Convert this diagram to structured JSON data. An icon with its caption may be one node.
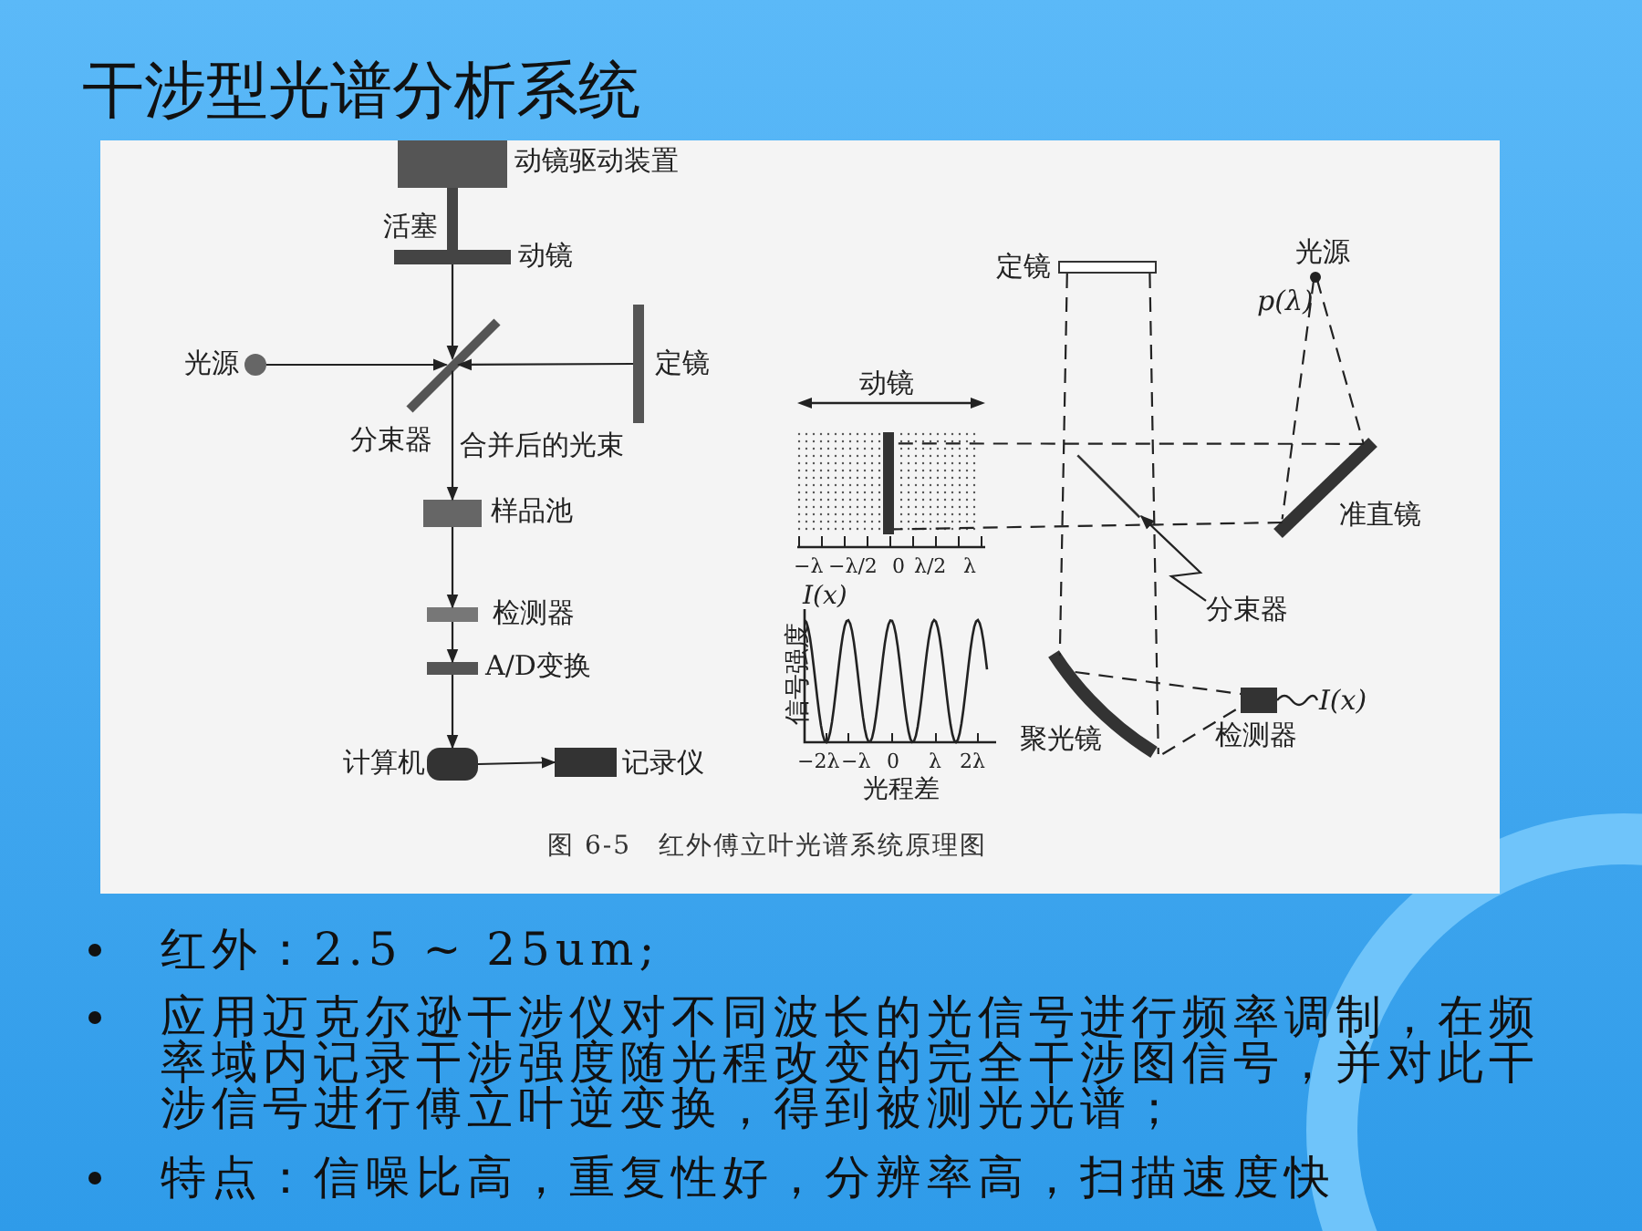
{
  "diagram": {
    "title": "干涉型光谱分析系统",
    "caption": "图 6-5　红外傅立叶光谱系统原理图",
    "nodes": [
      {
        "text": [
          "动镜驱动装置"
        ]
      },
      {
        "text": [
          "活塞"
        ]
      },
      {
        "text": [
          "动镜"
        ]
      },
      {
        "text": [
          "光源"
        ]
      },
      {
        "text": [
          "分束器"
        ]
      },
      {
        "text": [
          "定镜"
        ]
      },
      {
        "text": [
          "样品池"
        ]
      },
      {
        "text": [
          "检测器"
        ]
      },
      {
        "text": [
          "A/D变换"
        ]
      },
      {
        "text": [
          "计算机"
        ]
      },
      {
        "text": [
          "记录仪"
        ]
      },
      {
        "text": [
          "动镜"
        ]
      },
      {
        "text": [
          "定镜"
        ]
      },
      {
        "text": [
          "光源",
          "p(λ)"
        ]
      },
      {
        "text": [
          "准直镜"
        ]
      },
      {
        "text": [
          "分束器"
        ]
      },
      {
        "text": [],
        "shape": "bar"
      },
      {
        "text": [
          "聚光镜"
        ]
      },
      {
        "text": [
          "检测器"
        ],
        "beside": [
          "I(x)"
        ]
      }
    ],
    "edges": [
      {
        "from": 3,
        "to": 4,
        "arrow": "to"
      },
      {
        "from": 2,
        "to": 4,
        "arrow": "to"
      },
      {
        "from": 5,
        "to": 4,
        "arrow": "to"
      },
      {
        "from": 4,
        "to": 6,
        "arrow": "to",
        "label": "合并后的光束"
      },
      {
        "from": 6,
        "to": 7,
        "arrow": "to"
      },
      {
        "from": 7,
        "to": 8,
        "arrow": "to"
      },
      {
        "from": 8,
        "to": 9,
        "arrow": "to"
      },
      {
        "from": 9,
        "to": 10,
        "arrow": "to"
      },
      {
        "from": 13,
        "to": 14,
        "arrow": "none",
        "style": "dashed"
      },
      {
        "from": 13,
        "to": 14,
        "arrow": "none",
        "style": "dashed"
      },
      {
        "from": 14,
        "to": 11,
        "arrow": "none",
        "style": "dashed"
      },
      {
        "from": 14,
        "to": 11,
        "arrow": "none",
        "style": "dashed"
      },
      {
        "from": 12,
        "to": 17,
        "arrow": "none",
        "style": "dashed"
      },
      {
        "from": 12,
        "to": 17,
        "arrow": "none",
        "style": "dashed"
      },
      {
        "from": 17,
        "to": 18,
        "arrow": "none",
        "style": "dashed"
      },
      {
        "from": 17,
        "to": 18,
        "arrow": "none",
        "style": "dashed"
      },
      {
        "from": 15,
        "to": 16,
        "arrow": "to"
      }
    ],
    "labels": [
      "−λ",
      "−λ/2",
      "0",
      "λ/2",
      "λ",
      "I(x)",
      "信号强度",
      "−2λ",
      "−λ",
      "0",
      "λ",
      "2λ",
      "光程差",
      "红外：2.5 ~ 25um;",
      "应用迈克尔逊干涉仪对不同波长的光信号进行频率调制，在频率域内记录干涉强度随光程改变的完全干涉图信号，并对此干涉信号进行傅立叶逆变换，得到被测光光谱；",
      "特点：信噪比高，重复性好，分辨率高，扫描速度快"
    ]
  }
}
